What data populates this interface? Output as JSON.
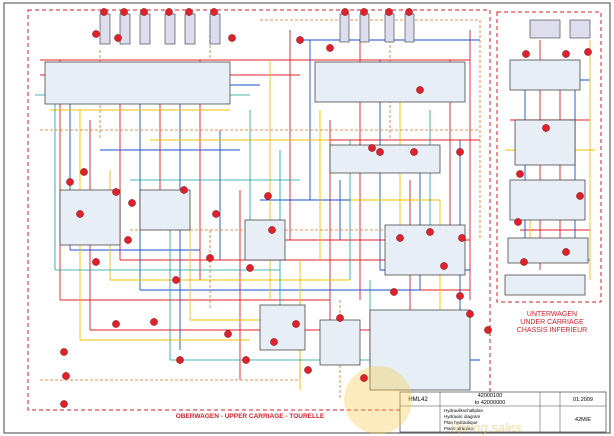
{
  "colors": {
    "border": "#d0202a",
    "pressure": "#e0202a",
    "return": "#1a4fd0",
    "pilot": "#f0c000",
    "drain": "#10a0a0",
    "control": "#e07020",
    "marker": "#e0202a",
    "frame": "#444444"
  },
  "sections": {
    "upper_carriage": "OBERWAGEN - UPPER CARRIAGE - TOURELLE",
    "undercarriage": {
      "line1": "UNTERWAGEN",
      "line2": "UNDER CARRIAGE",
      "line3": "CHASSIS INFERIEUR"
    }
  },
  "title_block": {
    "model": "HML42",
    "serial_range_1": "42000100",
    "serial_range_2": "to 42000000",
    "date": "01.2009",
    "sheet": "42M/E",
    "descriptions": [
      "Hydraulikschaltplan",
      "Hydraulic diagram",
      "Plan hydraulique",
      "Piano idraulico"
    ]
  },
  "watermark": "Spring sales"
}
